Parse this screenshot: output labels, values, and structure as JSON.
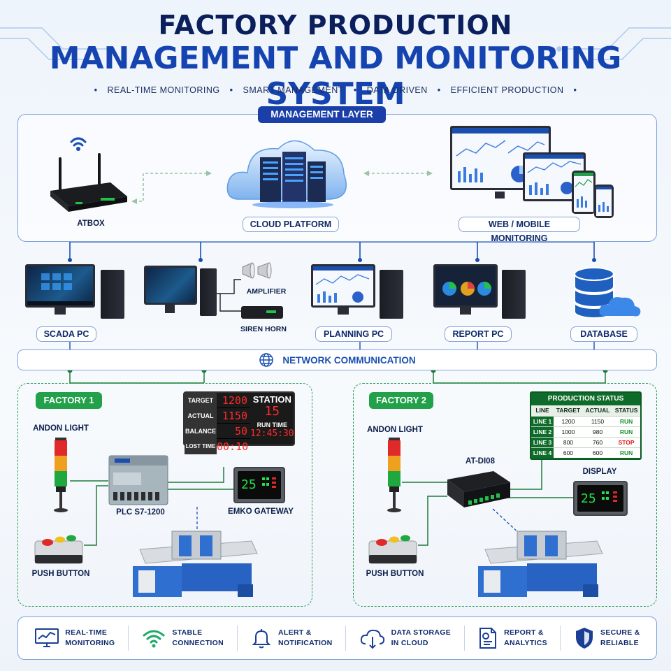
{
  "header": {
    "title_line1": "FACTORY PRODUCTION",
    "title_line2": "MANAGEMENT AND MONITORING SYSTEM",
    "tags": [
      "REAL-TIME MONITORING",
      "SMART MANAGEMENT",
      "DATA DRIVEN",
      "EFFICIENT PRODUCTION"
    ]
  },
  "management_layer": {
    "label": "MANAGEMENT LAYER",
    "atbox": "ATBOX",
    "cloud": "CLOUD PLATFORM",
    "web": "WEB / MOBILE MONITORING"
  },
  "pcs": {
    "scada": "SCADA PC",
    "amplifier": "AMPLIFIER",
    "siren": "SIREN HORN",
    "planning": "PLANNING PC",
    "report": "REPORT PC",
    "database": "DATABASE"
  },
  "network": {
    "label": "NETWORK COMMUNICATION"
  },
  "factory1": {
    "badge": "FACTORY 1",
    "andon": "ANDON LIGHT",
    "plc": "PLC S7-1200",
    "gateway": "EMKO GATEWAY",
    "push": "PUSH BUTTON",
    "board": {
      "rows": [
        {
          "k": "TARGET",
          "v": "1200"
        },
        {
          "k": "ACTUAL",
          "v": "1150"
        },
        {
          "k": "BALANCE",
          "v": "50"
        },
        {
          "k": "LOST TIME",
          "v": "00:10"
        }
      ],
      "station_label": "STATION",
      "station_value": "15",
      "run_label": "RUN TIME",
      "run_value": "12:45:30"
    }
  },
  "factory2": {
    "badge": "FACTORY 2",
    "andon": "ANDON LIGHT",
    "module": "AT-DI08",
    "display": "DISPLAY",
    "push": "PUSH BUTTON",
    "status": {
      "title": "PRODUCTION STATUS",
      "headers": [
        "LINE",
        "TARGET",
        "ACTUAL",
        "STATUS"
      ],
      "rows": [
        {
          "line": "LINE 1",
          "target": "1200",
          "actual": "1150",
          "status": "RUN"
        },
        {
          "line": "LINE 2",
          "target": "1000",
          "actual": "980",
          "status": "RUN"
        },
        {
          "line": "LINE 3",
          "target": "800",
          "actual": "760",
          "status": "STOP"
        },
        {
          "line": "LINE 4",
          "target": "600",
          "actual": "600",
          "status": "RUN"
        }
      ]
    }
  },
  "features": [
    {
      "icon": "monitor-chart-icon",
      "l1": "REAL-TIME",
      "l2": "MONITORING"
    },
    {
      "icon": "wifi-icon",
      "l1": "STABLE",
      "l2": "CONNECTION"
    },
    {
      "icon": "bell-icon",
      "l1": "ALERT &",
      "l2": "NOTIFICATION"
    },
    {
      "icon": "cloud-storage-icon",
      "l1": "DATA STORAGE",
      "l2": "IN CLOUD"
    },
    {
      "icon": "report-icon",
      "l1": "REPORT &",
      "l2": "ANALYTICS"
    },
    {
      "icon": "shield-icon",
      "l1": "SECURE &",
      "l2": "RELIABLE"
    }
  ],
  "colors": {
    "accent": "#1a3fa8",
    "factory_green": "#22a04a",
    "board_red": "#ff2b2b",
    "line_blue": "#1a4fb0"
  }
}
